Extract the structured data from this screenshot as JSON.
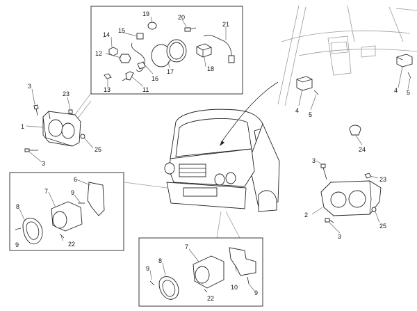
{
  "diagram": {
    "callouts": {
      "c1": "1",
      "c2": "2",
      "c3a": "3",
      "c3b": "3",
      "c3c": "3",
      "c3d": "3",
      "c4a": "4",
      "c4b": "4",
      "c5a": "5",
      "c5b": "5",
      "c6": "6",
      "c7a": "7",
      "c7b": "7",
      "c8a": "8",
      "c8b": "8",
      "c9a": "9",
      "c9b": "9",
      "c9c": "9",
      "c9d": "9",
      "c10": "10",
      "c11": "11",
      "c12": "12",
      "c13": "13",
      "c14": "14",
      "c15": "15",
      "c16": "16",
      "c17": "17",
      "c18": "18",
      "c19": "19",
      "c20": "20",
      "c21": "21",
      "c22a": "22",
      "c22b": "22",
      "c23a": "23",
      "c23b": "23",
      "c24": "24",
      "c25a": "25",
      "c25b": "25"
    }
  }
}
